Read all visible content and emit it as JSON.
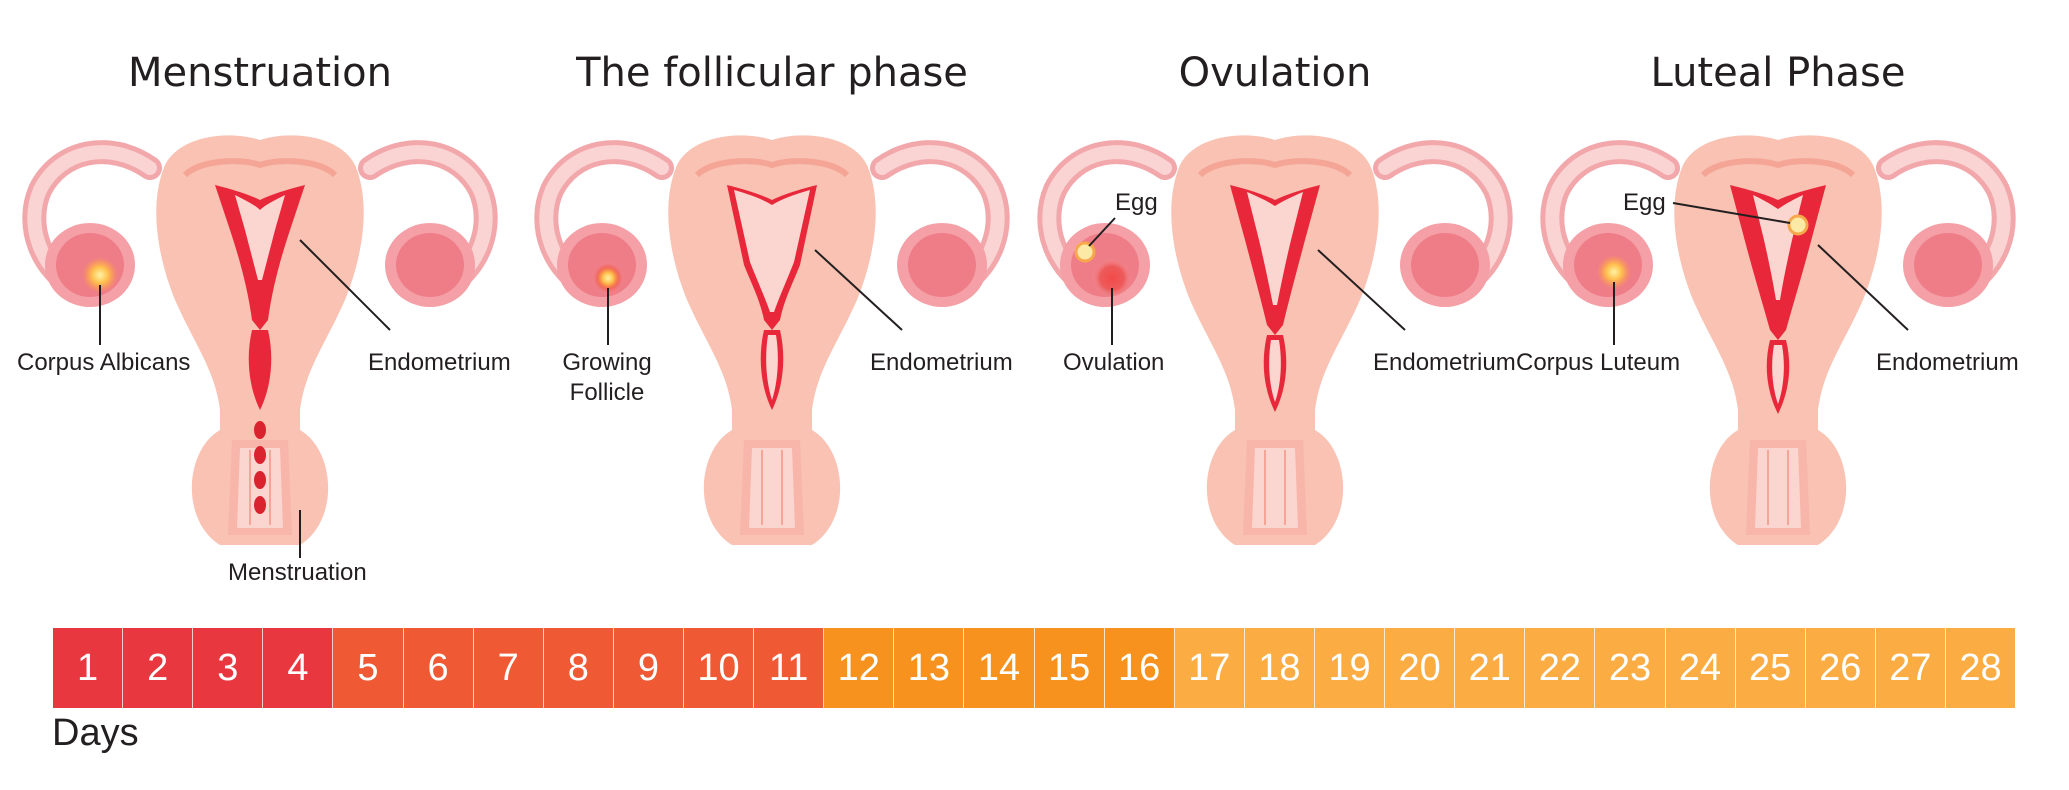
{
  "phases": [
    {
      "title": "Menstruation",
      "labels": {
        "ovary": "Corpus Albicans",
        "uterus": "Endometrium",
        "bottom": "Menstruation"
      }
    },
    {
      "title": "The follicular phase",
      "labels": {
        "ovary_line1": "Growing",
        "ovary_line2": "Follicle",
        "uterus": "Endometrium"
      }
    },
    {
      "title": "Ovulation",
      "labels": {
        "egg": "Egg",
        "ovary": "Ovulation",
        "uterus": "Endometrium"
      }
    },
    {
      "title": "Luteal Phase",
      "labels": {
        "egg": "Egg",
        "ovary": "Corpus Luteum",
        "uterus": "Endometrium"
      }
    }
  ],
  "timeline": {
    "days": [
      "1",
      "2",
      "3",
      "4",
      "5",
      "6",
      "7",
      "8",
      "9",
      "10",
      "11",
      "12",
      "13",
      "14",
      "15",
      "16",
      "17",
      "18",
      "19",
      "20",
      "21",
      "22",
      "23",
      "24",
      "25",
      "26",
      "27",
      "28"
    ],
    "colors": [
      "#e8373f",
      "#e8373f",
      "#e8373f",
      "#e8373f",
      "#ef5a34",
      "#ef5a34",
      "#ef5a34",
      "#ef5a34",
      "#ef5a34",
      "#ef5a34",
      "#ef5a34",
      "#f7921e",
      "#f7921e",
      "#f7921e",
      "#f7921e",
      "#f7921e",
      "#fbad43",
      "#fbad43",
      "#fbad43",
      "#fbad43",
      "#fbad43",
      "#fbad43",
      "#fbad43",
      "#fbad43",
      "#fbad43",
      "#fbad43",
      "#fbad43",
      "#fbad43"
    ],
    "axis_label": "Days"
  },
  "palette": {
    "tissue": "#f9c1b1",
    "tissue_dark": "#f4a596",
    "lining": "#e8283a",
    "inner": "#fbd5cf",
    "tube_outline": "#f0a0a4",
    "ovary": "#f07a85",
    "follicle": "#ffb347"
  }
}
